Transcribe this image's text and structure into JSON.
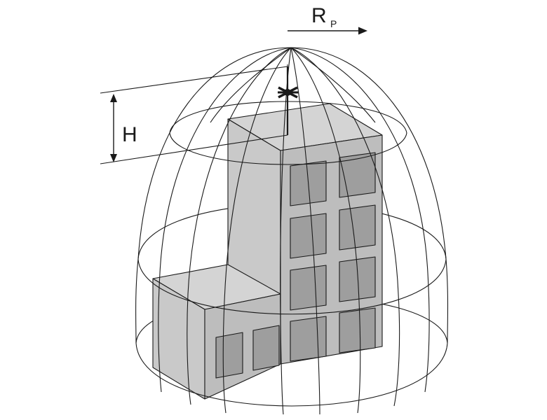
{
  "labels": {
    "radius_main": "R",
    "radius_sub": "P",
    "height": "H"
  },
  "colors": {
    "line": "#1a1a1a",
    "building_front": "#bdbdbd",
    "building_side": "#c9c9c9",
    "building_top": "#d4d4d4",
    "window": "#9e9e9e",
    "background": "#ffffff"
  },
  "icons": {
    "antenna": "antenna-icon"
  }
}
